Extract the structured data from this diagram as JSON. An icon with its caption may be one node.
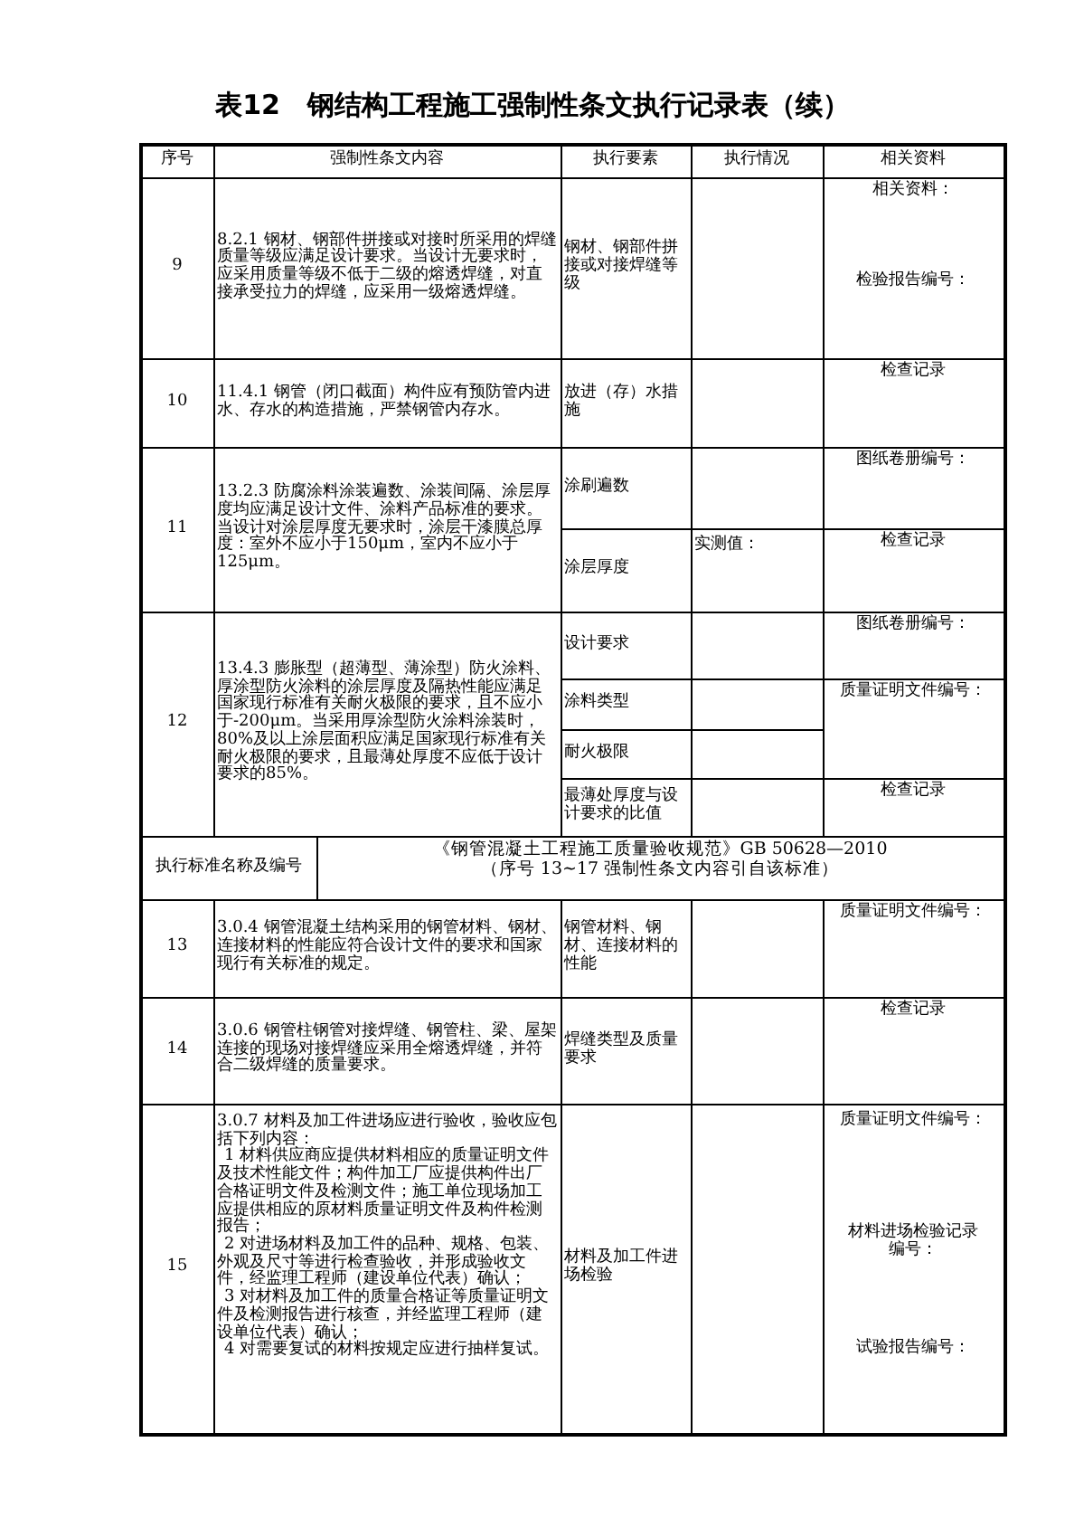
{
  "diagram": {
    "title": "表12　钢结构工程施工强制性条文执行记录表（续）",
    "labels": [
      "序号",
      "强制性条文内容",
      "执行要素",
      "执行情况",
      "相关资料",
      "9",
      "8.2.1 钢材、钢部件拼接或对接时所采用的焊缝质量等级应满足设计要求。当设计无要求时，应采用质量等级不低于二级的熔透焊缝，对直接承受拉力的焊缝，应采用一级熔透焊缝。",
      "钢材、钢部件拼接或对接焊缝等级",
      "相关资料：",
      "检验报告编号：",
      "10",
      "11.4.1 钢管（闭口截面）构件应有预防管内进水、存水的构造措施，严禁钢管内存水。",
      "放进（存）水措施",
      "检查记录",
      "11",
      "13.2.3 防腐涂料涂装遍数、涂装间隔、涂层厚度均应满足设计文件、涂料产品标准的要求。当设计对涂层厚度无要求时，涂层干漆膜总厚度：室外不应小于150μm，室内不应小于125μm。",
      "涂刷遍数",
      "图纸卷册编号：",
      "涂层厚度",
      "实测值：",
      "检查记录",
      "12",
      "13.4.3 膨胀型（超薄型、薄涂型）防火涂料、厚涂型防火涂料的涂层厚度及隔热性能应满足国家现行标准有关耐火极限的要求，且不应小于-200μm。当采用厚涂型防火涂料涂装时，80%及以上涂层面积应满足国家现行标准有关耐火极限的要求，且最薄处厚度不应低于设计要求的85%。",
      "设计要求",
      "图纸卷册编号：",
      "涂料类型",
      "质量证明文件编号：",
      "耐火极限",
      "最薄处厚度与设计要求的比值",
      "检查记录",
      "执行标准名称及编号",
      "《钢管混凝土工程施工质量验收规范》GB 50628—2010",
      "（序号 13~17 强制性条文内容引自该标准）",
      "13",
      "3.0.4 钢管混凝土结构采用的钢管材料、钢材、连接材料的性能应符合设计文件的要求和国家现行有关标准的规定。",
      "钢管材料、钢材、连接材料的性能",
      "质量证明文件编号：",
      "14",
      "3.0.6 钢管柱钢管对接焊缝、钢管柱、梁、屋架连接的现场对接焊缝应采用全熔透焊缝，并符合二级焊缝的质量要求。",
      "焊缝类型及质量要求",
      "检查记录",
      "15",
      "3.0.7 材料及加工件进场应进行验收，验收应包括下列内容：",
      "1 材料供应商应提供材料相应的质量证明文件及技术性能文件；构件加工厂应提供构件出厂合格证明文件及检测文件；施工单位现场加工应提供相应的原材料质量证明文件及构件检测报告；",
      "2 对进场材料及加工件的品种、规格、包装、外观及尺寸等进行检查验收，并形成验收文件，经监理工程师（建设单位代表）确认；",
      "3 对材料及加工件的质量合格证等质量证明文件及检测报告进行核查，并经监理工程师（建设单位代表）确认；",
      "4 对需要复试的材料按规定应进行抽样复试。",
      "材料及加工件进场检验",
      "质量证明文件编号：",
      "材料进场检验记录编号：",
      "试验报告编号："
    ]
  }
}
